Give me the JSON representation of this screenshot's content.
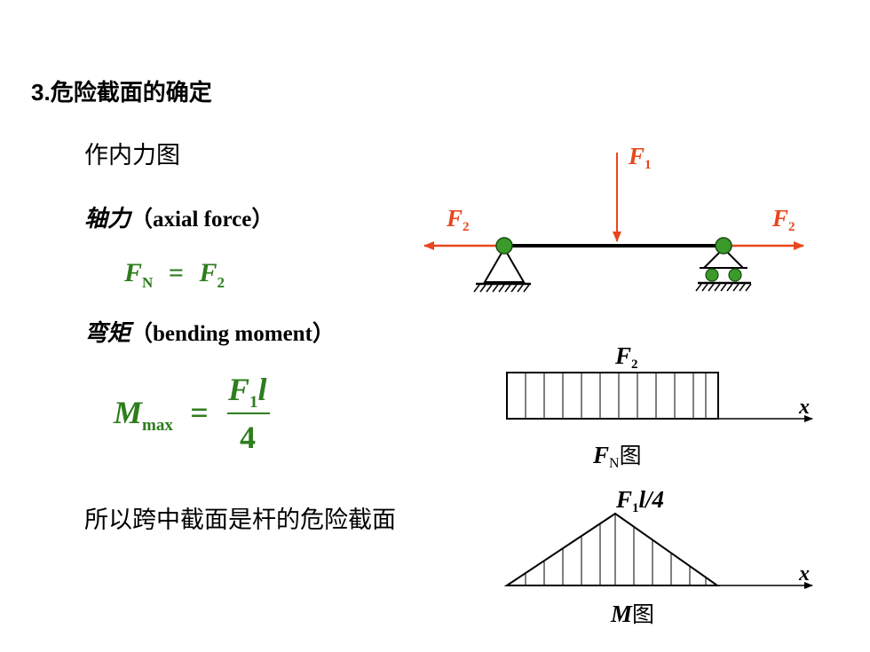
{
  "heading": {
    "number": "3.",
    "text": "危险截面的确定"
  },
  "draw_internal": "作内力图",
  "axial": {
    "term": "轴力",
    "english": "（axial force）"
  },
  "axial_formula": {
    "lhs": "F",
    "lhs_sub": "N",
    "eq": "=",
    "rhs": "F",
    "rhs_sub": "2"
  },
  "bending": {
    "term": "弯矩",
    "english": "（bending moment）"
  },
  "moment_formula": {
    "lhs": "M",
    "lhs_sub": "max",
    "eq": "=",
    "num": "F",
    "num_sub": "1",
    "num_var": "l",
    "den": "4"
  },
  "conclusion": "所以跨中截面是杆的危险截面",
  "beam": {
    "load_vertical": {
      "symbol": "F",
      "sub": "1"
    },
    "load_left": {
      "symbol": "F",
      "sub": "2"
    },
    "load_right": {
      "symbol": "F",
      "sub": "2"
    },
    "colors": {
      "force": "#e8461d",
      "pin": "#3a9a2a",
      "beam": "#000000"
    }
  },
  "fn_diagram": {
    "top_label": {
      "symbol": "F",
      "sub": "2"
    },
    "axis": "x",
    "caption": {
      "symbol": "F",
      "sub": "N",
      "suffix": "图"
    }
  },
  "m_diagram": {
    "peak_label": {
      "symbol": "F",
      "sub": "1",
      "rest": "l/4"
    },
    "axis": "x",
    "caption": {
      "symbol": "M",
      "suffix": "图"
    }
  }
}
